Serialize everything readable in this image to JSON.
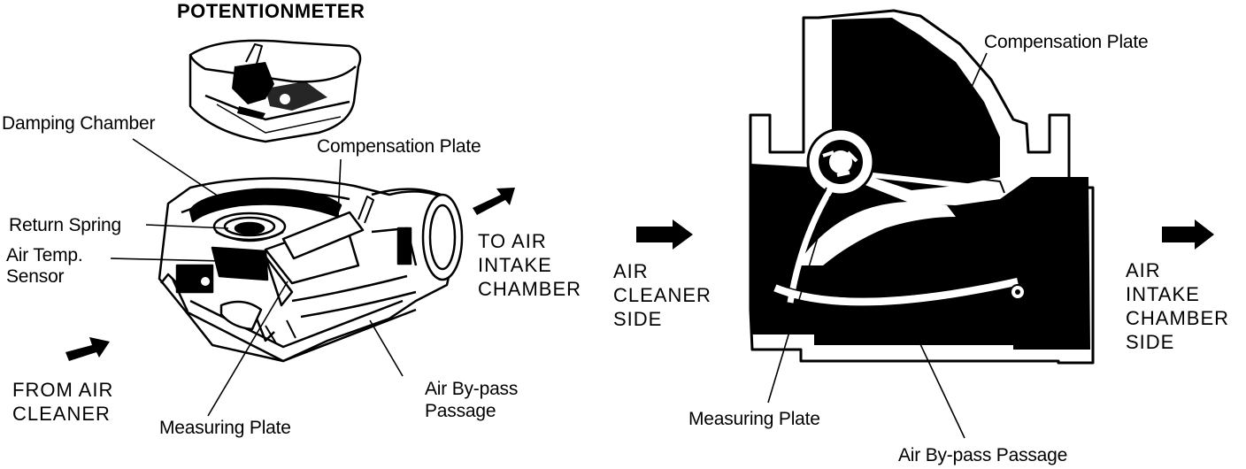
{
  "left_diagram": {
    "potentiometer": "POTENTIONMETER",
    "damping_chamber": "Damping Chamber",
    "compensation_plate": "Compensation Plate",
    "return_spring": "Return Spring",
    "air_temp_line1": "Air Temp.",
    "air_temp_line2": "Sensor",
    "to_air_line1": "TO AIR",
    "to_air_line2": "INTAKE",
    "to_air_line3": "CHAMBER",
    "from_air_line1": "FROM AIR",
    "from_air_line2": "CLEANER",
    "measuring_plate": "Measuring Plate",
    "bypass_line1": "Air By-pass",
    "bypass_line2": "Passage"
  },
  "right_diagram": {
    "compensation_plate": "Compensation Plate",
    "air_cleaner_line1": "AIR",
    "air_cleaner_line2": "CLEANER",
    "air_cleaner_line3": "SIDE",
    "air_intake_line1": "AIR",
    "air_intake_line2": "INTAKE",
    "air_intake_line3": "CHAMBER",
    "air_intake_line4": "SIDE",
    "measuring_plate": "Measuring Plate",
    "bypass": "Air By-pass Passage"
  },
  "colors": {
    "ink": "#000000",
    "paper": "#ffffff"
  }
}
